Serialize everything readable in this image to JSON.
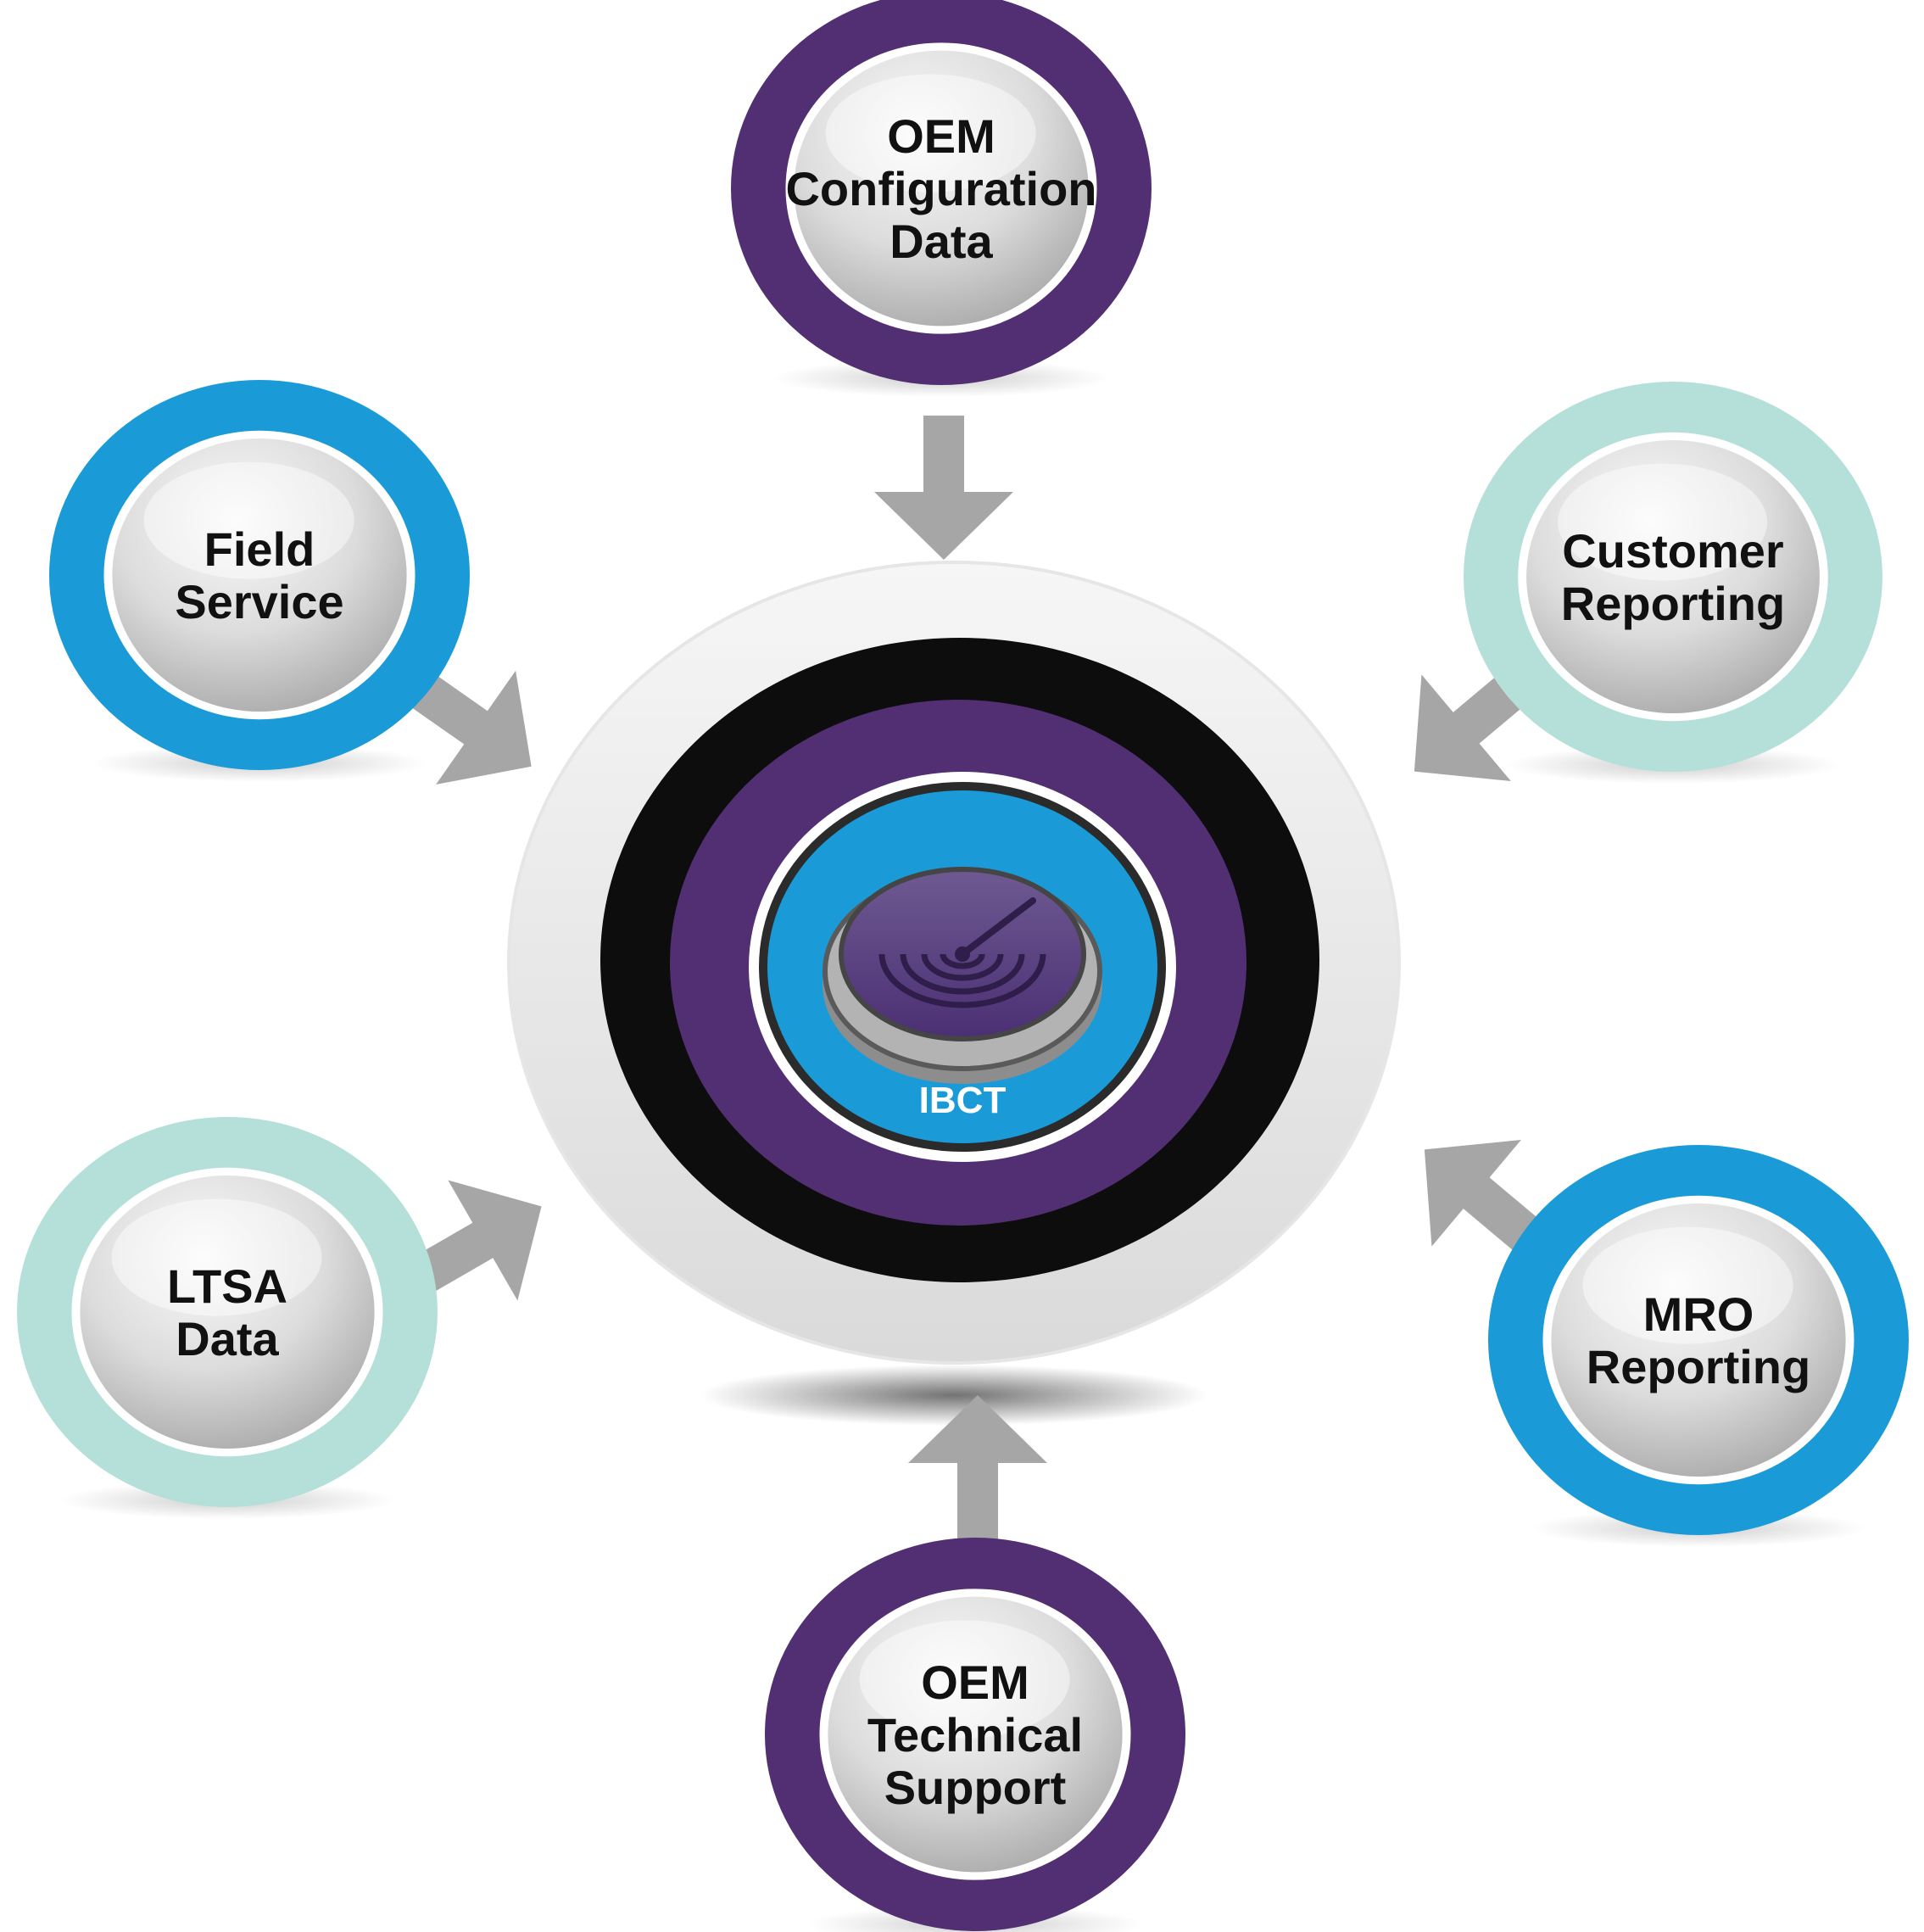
{
  "colors": {
    "purple": "#512f72",
    "blue": "#1a9bd7",
    "mint": "#b5e0da",
    "black": "#0d0d0d",
    "arrow_gray": "#a6a6a6",
    "label_white": "#ffffff"
  },
  "center": {
    "label": "IBCT",
    "icon": "radar-target-icon"
  },
  "nodes": [
    {
      "id": "oem-configuration-data",
      "lines": [
        "OEM",
        "Configuration",
        "Data"
      ],
      "ring_color": "purple"
    },
    {
      "id": "customer-reporting",
      "lines": [
        "Customer",
        "Reporting"
      ],
      "ring_color": "mint"
    },
    {
      "id": "mro-reporting",
      "lines": [
        "MRO",
        "Reporting"
      ],
      "ring_color": "blue"
    },
    {
      "id": "oem-technical-support",
      "lines": [
        "OEM",
        "Technical",
        "Support"
      ],
      "ring_color": "purple"
    },
    {
      "id": "ltsa-data",
      "lines": [
        "LTSA",
        "Data"
      ],
      "ring_color": "mint"
    },
    {
      "id": "field-service",
      "lines": [
        "Field",
        "Service"
      ],
      "ring_color": "blue"
    }
  ],
  "flows": [
    {
      "from": "oem-configuration-data",
      "to": "center",
      "icon": "arrow-down-icon"
    },
    {
      "from": "customer-reporting",
      "to": "center",
      "icon": "arrow-down-left-icon"
    },
    {
      "from": "mro-reporting",
      "to": "center",
      "icon": "arrow-up-left-icon"
    },
    {
      "from": "oem-technical-support",
      "to": "center",
      "icon": "arrow-up-icon"
    },
    {
      "from": "ltsa-data",
      "to": "center",
      "icon": "arrow-up-right-icon"
    },
    {
      "from": "field-service",
      "to": "center",
      "icon": "arrow-down-right-icon"
    }
  ]
}
